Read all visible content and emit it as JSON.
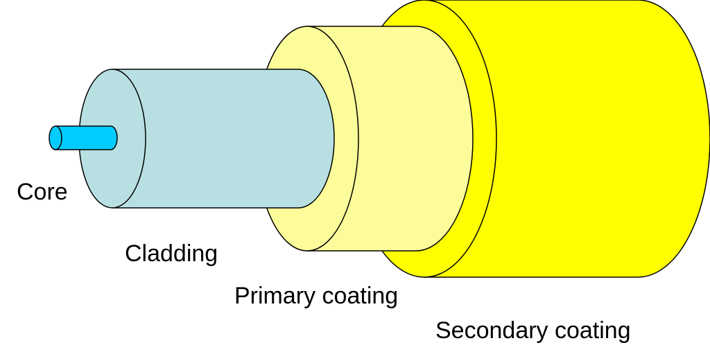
{
  "labels": {
    "core": "Core",
    "cladding": "Cladding",
    "primary_coating": "Primary coating",
    "secondary_coating": "Secondary coating"
  },
  "colors": {
    "core": "#00ccff",
    "cladding": "#b8e0e3",
    "primary_coating": "#fdfc9a",
    "secondary_coating": "#ffff00"
  }
}
